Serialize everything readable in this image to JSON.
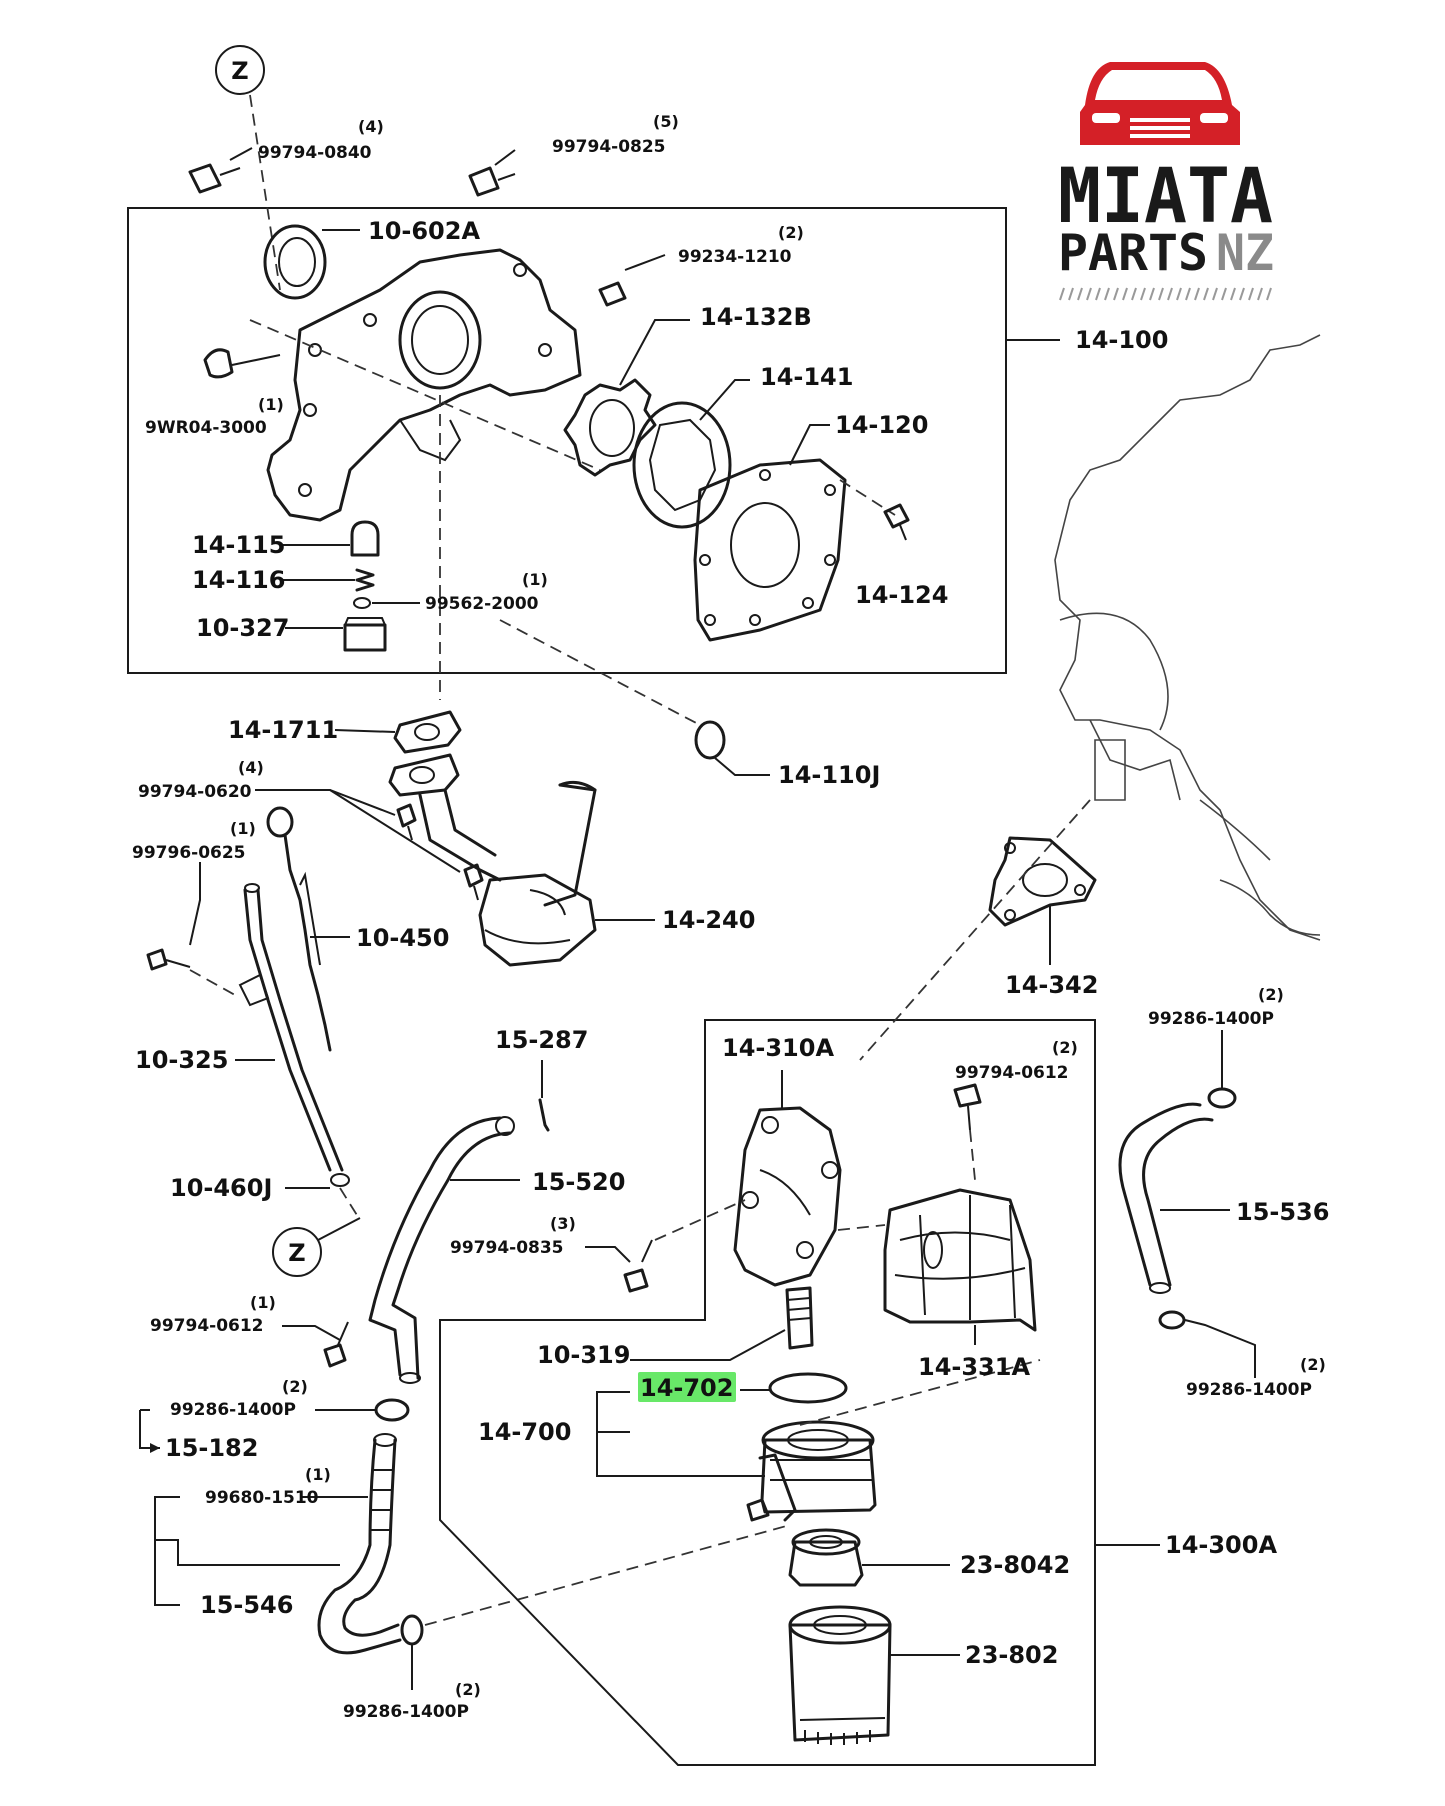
{
  "logo": {
    "word1": "MIATA",
    "word2": "PARTS",
    "word3": "NZ",
    "color_red": "#d42027",
    "color_dark": "#1a1a1a",
    "color_grey": "#8a8a8a"
  },
  "highlight_color": "#4ee44e",
  "markers": {
    "z_top": "Z",
    "z_bottom": "Z"
  },
  "labels": {
    "p99794_0840": "99794-0840",
    "q99794_0840": "(4)",
    "p99794_0825": "99794-0825",
    "q99794_0825": "(5)",
    "p10_602A": "10-602A",
    "p99234_1210": "99234-1210",
    "q99234_1210": "(2)",
    "p14_132B": "14-132B",
    "p14_100": "14-100",
    "p14_141": "14-141",
    "p9WR04_3000": "9WR04-3000",
    "q9WR04_3000": "(1)",
    "p14_120": "14-120",
    "p14_115": "14-115",
    "p14_116": "14-116",
    "p99562_2000": "99562-2000",
    "q99562_2000": "(1)",
    "p14_124": "14-124",
    "p10_327": "10-327",
    "p14_1711": "14-1711",
    "p14_110J": "14-110J",
    "p99794_0620": "99794-0620",
    "q99794_0620": "(4)",
    "p99796_0625": "99796-0625",
    "q99796_0625": "(1)",
    "p14_240": "14-240",
    "p10_450": "10-450",
    "p14_342": "14-342",
    "p10_325": "10-325",
    "p15_287": "15-287",
    "p14_310A": "14-310A",
    "p99794_0612a": "99794-0612",
    "q99794_0612a": "(2)",
    "p99286_1400P_a": "99286-1400P",
    "q99286_1400P_a": "(2)",
    "p10_460J": "10-460J",
    "p15_520": "15-520",
    "p15_536": "15-536",
    "p99794_0835": "99794-0835",
    "q99794_0835": "(3)",
    "p99794_0612b": "99794-0612",
    "q99794_0612b": "(1)",
    "p10_319": "10-319",
    "p14_331A": "14-331A",
    "p14_702": "14-702",
    "p99286_1400P_b": "99286-1400P",
    "q99286_1400P_b": "(2)",
    "p99286_1400P_c": "99286-1400P",
    "q99286_1400P_c": "(2)",
    "p15_182": "15-182",
    "p14_700": "14-700",
    "p99680_1510": "99680-1510",
    "q99680_1510": "(1)",
    "p14_300A": "14-300A",
    "p23_8042": "23-8042",
    "p15_546": "15-546",
    "p23_802": "23-802",
    "p99286_1400P_d": "99286-1400P",
    "q99286_1400P_d": "(2)"
  }
}
